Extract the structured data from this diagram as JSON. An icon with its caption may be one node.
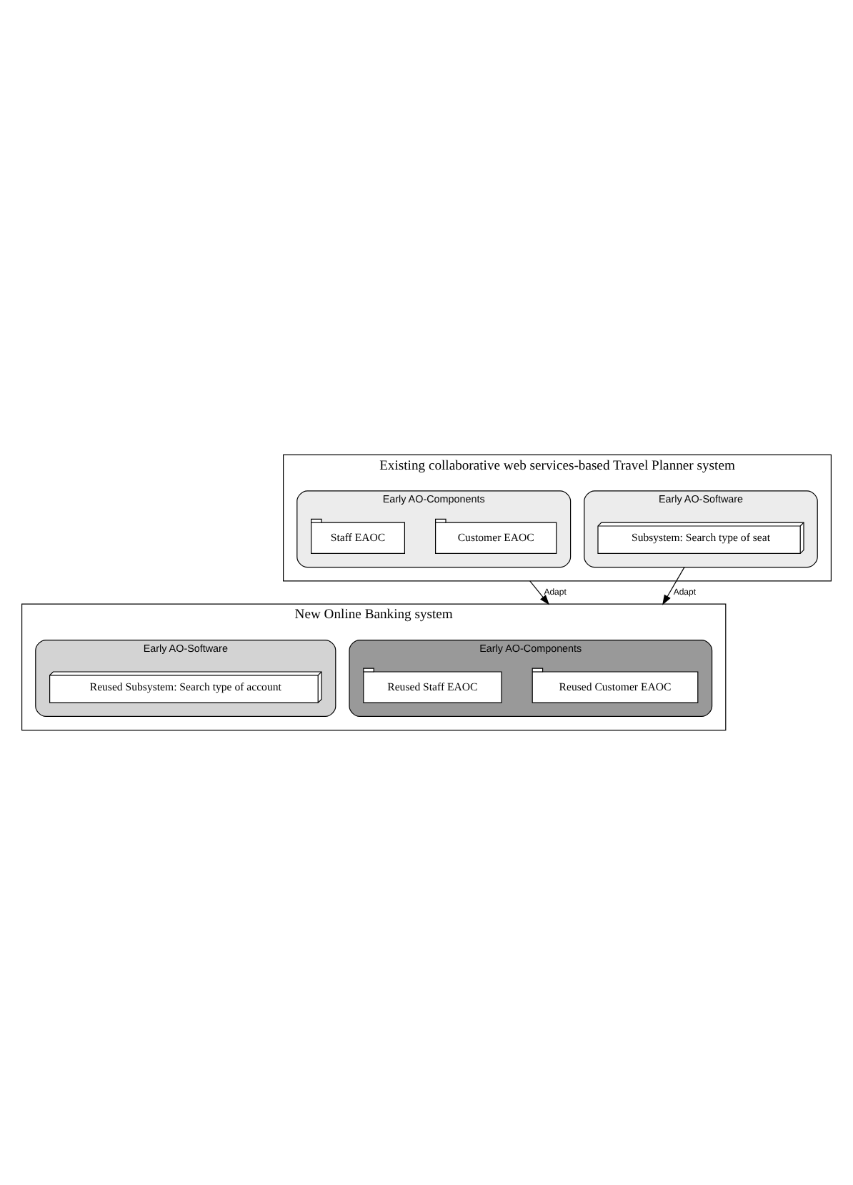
{
  "diagram": {
    "nodes": [
      {
        "text": [
          "Existing collaborative web services-based Travel Planner system"
        ]
      },
      {
        "text": [
          "Early AO-Components"
        ],
        "in": 0
      },
      {
        "text": [
          "Customer EAOC"
        ],
        "in": 1
      },
      {
        "text": [
          "Staff EAOC"
        ],
        "in": 1
      },
      {
        "text": [
          "Early AO-Software"
        ],
        "in": 0
      },
      {
        "text": [
          "Subsystem: Search type of seat"
        ],
        "in": 4
      },
      {
        "text": [
          "New Online Banking system"
        ]
      },
      {
        "text": [
          "Early AO-Components"
        ],
        "in": 6
      },
      {
        "text": [
          "Reused Customer EAOC"
        ],
        "in": 7
      },
      {
        "text": [
          "Reused Staff EAOC"
        ],
        "in": 7
      },
      {
        "text": [
          "Early AO-Software"
        ],
        "in": 6
      },
      {
        "text": [
          "Reused Subsystem: Search type of account"
        ],
        "in": 10
      }
    ],
    "edges": [
      {
        "from": 0,
        "to": 6,
        "arrow": "to",
        "label": "Adapt"
      },
      {
        "from": 4,
        "to": 6,
        "arrow": "to",
        "label": "Adapt"
      }
    ]
  }
}
